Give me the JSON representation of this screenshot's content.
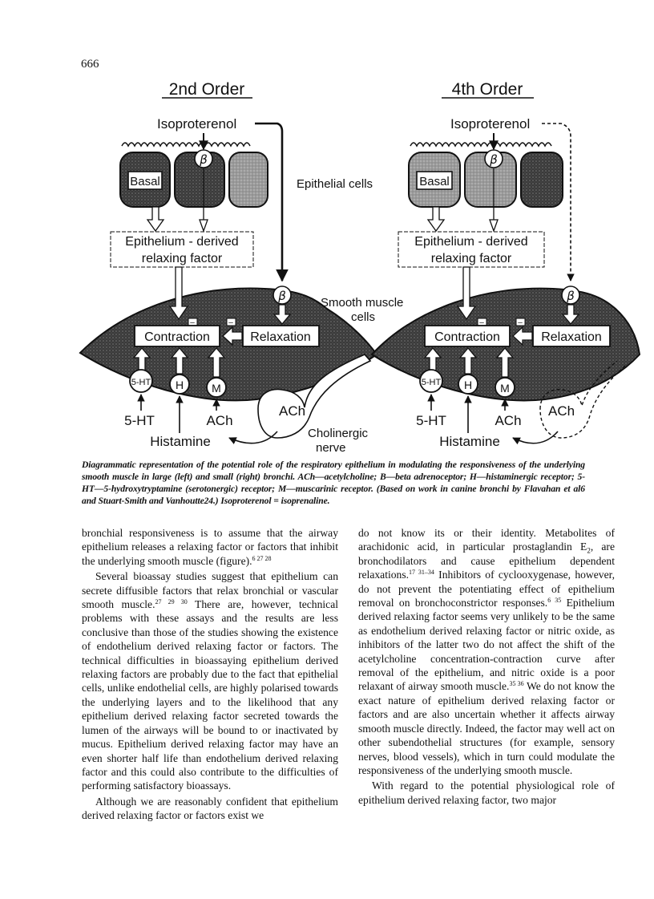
{
  "page": {
    "number": "666"
  },
  "figure": {
    "left_panel": {
      "title": "2nd Order",
      "stimulus": "Isoproterenol",
      "basal_label": "Basal",
      "beta_symbol": "β",
      "edrf_line1": "Epithelium - derived",
      "edrf_line2": "relaxing  factor",
      "minus_sign": "–",
      "contraction": "Contraction",
      "relaxation": "Relaxation",
      "receptor_5ht": "5-HT",
      "receptor_h": "H",
      "receptor_m": "M",
      "agonist_5ht": "5-HT",
      "agonist_histamine": "Histamine",
      "agonist_ach": "ACh",
      "nerve_ach": "ACh"
    },
    "right_panel": {
      "title": "4th Order",
      "stimulus": "Isoproterenol",
      "basal_label": "Basal",
      "beta_symbol": "β",
      "edrf_line1": "Epithelium - derived",
      "edrf_line2": "relaxing  factor",
      "minus_sign": "–",
      "contraction": "Contraction",
      "relaxation": "Relaxation",
      "receptor_5ht": "5-HT",
      "receptor_h": "H",
      "receptor_m": "M",
      "agonist_5ht": "5-HT",
      "agonist_histamine": "Histamine",
      "agonist_ach": "ACh",
      "nerve_ach": "ACh"
    },
    "labels": {
      "epithelial_cells": "Epithelial cells",
      "smooth_muscle_1": "Smooth muscle",
      "smooth_muscle_2": "cells",
      "cholinergic_1": "Cholinergic",
      "cholinergic_2": "nerve"
    },
    "caption": "Diagrammatic representation of the potential role of the respiratory epithelium in modulating the responsiveness of the underlying smooth muscle in large (left) and small (right) bronchi. ACh—acetylcholine; B—beta adrenoceptor; H—histaminergic receptor; 5-HT—5-hydroxytryptamine (serotonergic) receptor; M—muscarinic receptor. (Based on work in canine bronchi by Flavahan et al6 and Stuart-Smith and Vanhoutte24.) Isoproterenol = isoprenaline."
  },
  "text": {
    "left": {
      "p1_a": "bronchial responsiveness is to assume that the airway epithelium releases a relaxing factor or factors that inhibit the underlying smooth muscle (figure).",
      "p1_ref": "6 27 28",
      "p2_a": "Several bioassay studies suggest that epithelium can secrete diffusible factors that relax bronchial or vascular smooth muscle.",
      "p2_ref": "27 29 30",
      "p2_b": " There are, however, technical problems with these assays and the results are less conclusive than those of the studies showing the existence of endothelium derived relaxing factor or factors. The technical difficulties in bioassaying epithelium derived relaxing factors are probably due to the fact that epithelial cells, unlike endothelial cells, are highly polarised towards the underlying layers and to the likelihood that any epithelium derived relaxing factor secreted towards the lumen of the airways will be bound to or inactivated by mucus. Epithelium derived relaxing factor may have an even shorter half life than endothelium derived relaxing factor and this could also contribute to the difficulties of performing satisfactory bioassays.",
      "p3": "Although we are reasonably confident that epithelium derived relaxing factor or factors exist we"
    },
    "right": {
      "p1_a": "do not know its or their identity. Metabolites of arachidonic acid, in particular prostaglandin E",
      "p1_sub": "2",
      "p1_b": ", are bronchodilators and cause epithelium dependent relaxations.",
      "p1_ref1": "17 31–34",
      "p1_c": " Inhibitors of cyclooxygenase, however, do not prevent the potentiating effect of epithelium removal on bronchoconstrictor responses.",
      "p1_ref2": "6 35",
      "p1_d": " Epithelium derived relaxing factor seems very unlikely to be the same as endothelium derived relaxing factor or nitric oxide, as inhibitors of the latter two do not affect the shift of the acetylcholine concentration-contraction curve after removal of the epithelium, and nitric oxide is a poor relaxant of airway smooth muscle.",
      "p1_ref3": "35 36",
      "p1_e": " We do not know the exact nature of epithelium derived relaxing factor or factors and are also uncertain whether it affects airway smooth muscle directly. Indeed, the factor may well act on other subendothelial structures (for example, sensory nerves, blood vessels), which in turn could modulate the responsiveness of the underlying smooth muscle.",
      "p2": "With regard to the potential physiological role of epithelium derived relaxing factor, two major"
    }
  }
}
